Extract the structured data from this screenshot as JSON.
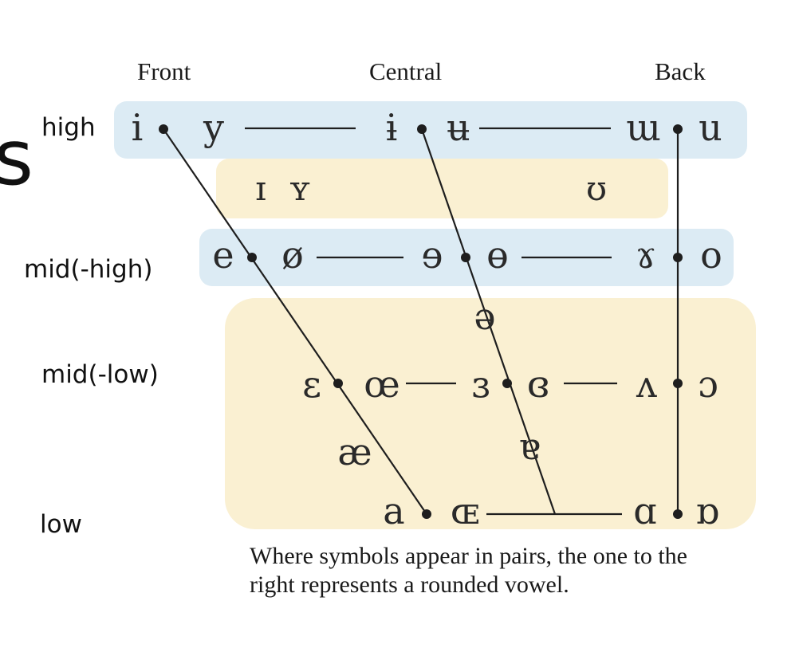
{
  "edge_fragment": "s",
  "columns": {
    "front": "Front",
    "central": "Central",
    "back": "Back"
  },
  "rows": {
    "high": "high",
    "mid_high": "mid(-high)",
    "mid_low": "mid(-low)",
    "low": "low"
  },
  "vowels": {
    "high": {
      "front_unrounded": "i",
      "front_rounded": "y",
      "central_unrounded": "ɨ",
      "central_rounded": "ʉ",
      "back_unrounded": "ɯ",
      "back_rounded": "u"
    },
    "near_high": {
      "front_unrounded": "ɪ",
      "front_rounded": "ʏ",
      "back_rounded": "ʊ"
    },
    "mid_high": {
      "front_unrounded": "e",
      "front_rounded": "ø",
      "central_unrounded": "ɘ",
      "central_rounded": "ɵ",
      "back_unrounded": "ɤ",
      "back_rounded": "o"
    },
    "mid": {
      "central": "ə"
    },
    "mid_low": {
      "front_unrounded": "ɛ",
      "front_rounded": "œ",
      "central_unrounded": "ɜ",
      "central_rounded": "ɞ",
      "back_unrounded": "ʌ",
      "back_rounded": "ɔ"
    },
    "near_low": {
      "front": "æ",
      "central": "ɐ"
    },
    "low": {
      "front_unrounded": "a",
      "front_rounded": "ɶ",
      "back_unrounded": "ɑ",
      "back_rounded": "ɒ"
    }
  },
  "caption": "Where symbols appear in pairs, the one to the right represents a rounded vowel."
}
